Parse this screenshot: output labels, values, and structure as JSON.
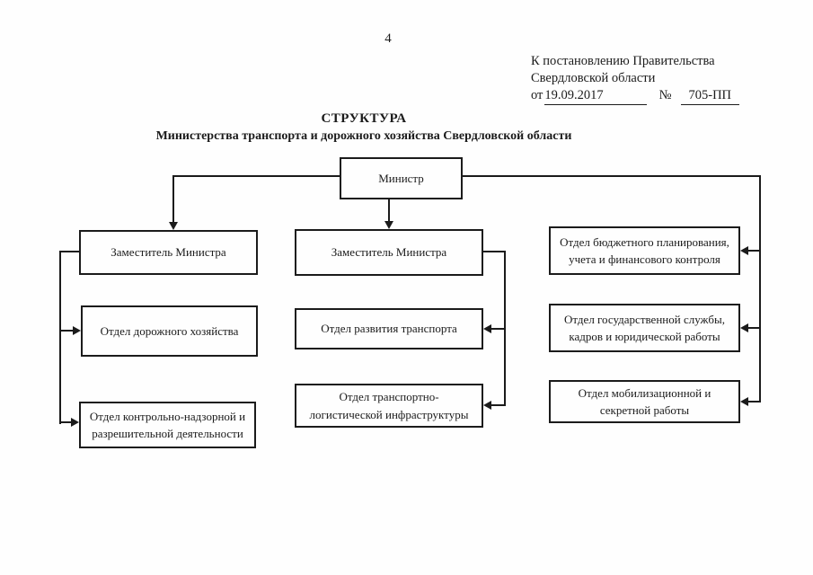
{
  "page_number": "4",
  "reference": {
    "line1": "К постановлению Правительства",
    "line2": "Свердловской области",
    "date_prefix": "от",
    "date": "19.09.2017",
    "number_sign": "№",
    "number": "705-ПП"
  },
  "title": {
    "line1": "СТРУКТУРА",
    "line2": "Министерства транспорта и дорожного хозяйства Свердловской области"
  },
  "org_chart": {
    "nodes": {
      "minister": "Министр",
      "deputy_left": "Заместитель Министра",
      "deputy_middle": "Заместитель Министра",
      "dept_road": "Отдел дорожного хозяйства",
      "dept_control": "Отдел контрольно-надзорной и\nразрешительной деятельности",
      "dept_transport_dev": "Отдел развития транспорта",
      "dept_logistics": "Отдел транспортно-\nлогистической инфраструктуры",
      "dept_budget": "Отдел бюджетного планирования,\nучета и финансового контроля",
      "dept_civil_service": "Отдел государственной службы,\nкадров и юридической работы",
      "dept_mobilization": "Отдел мобилизационной и\nсекретной работы"
    },
    "edges": [
      [
        "minister",
        "deputy_left"
      ],
      [
        "minister",
        "deputy_middle"
      ],
      [
        "minister",
        "dept_budget"
      ],
      [
        "minister",
        "dept_civil_service"
      ],
      [
        "minister",
        "dept_mobilization"
      ],
      [
        "deputy_left",
        "dept_road"
      ],
      [
        "deputy_left",
        "dept_control"
      ],
      [
        "deputy_middle",
        "dept_transport_dev"
      ],
      [
        "deputy_middle",
        "dept_logistics"
      ]
    ],
    "ink_color": "#1b1b1b"
  }
}
